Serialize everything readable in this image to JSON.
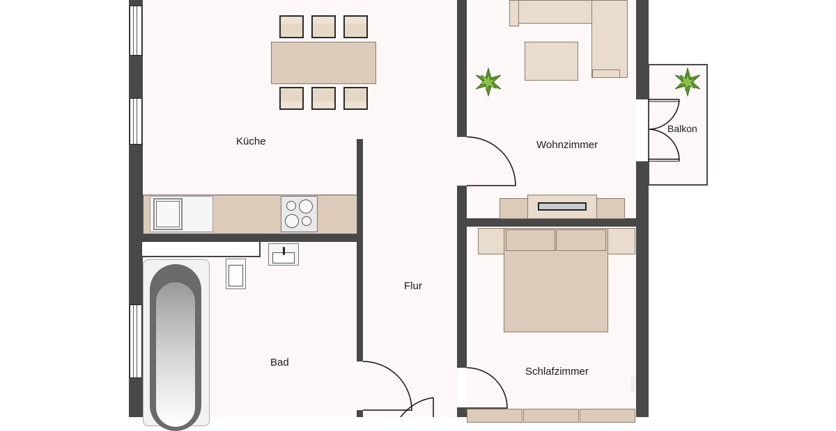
{
  "floorplan": {
    "rooms": [
      {
        "id": "kueche",
        "label": "Küche"
      },
      {
        "id": "wohnzimmer",
        "label": "Wohnzimmer"
      },
      {
        "id": "balkon",
        "label": "Balkon"
      },
      {
        "id": "flur",
        "label": "Flur"
      },
      {
        "id": "bad",
        "label": "Bad"
      },
      {
        "id": "schlafzimmer",
        "label": "Schlafzimmer"
      }
    ],
    "watermark": "...ndriss"
  },
  "colors": {
    "wall": "#484848",
    "floor": "#fdf7f7",
    "furniture": "#dccbb8",
    "plant": "#5a9a2a"
  }
}
